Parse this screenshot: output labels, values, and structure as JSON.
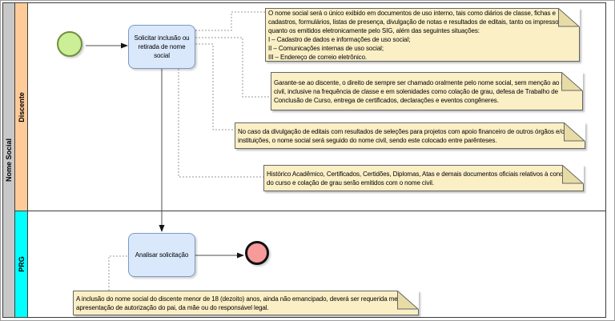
{
  "pool": {
    "label": "Nome Social"
  },
  "lanes": {
    "discente": "Discente",
    "prg": "PRG"
  },
  "nodes": {
    "task1": "Solicitar inclusão ou retirada de nome social",
    "task2": "Analisar solicitação"
  },
  "notes": {
    "note1": "O nome social será o único exibido em documentos de uso interno, tais como diários de classe, fichas e cadastros, formulários, listas de presença, divulgação de notas e resultados de editais, tanto os impressos quanto os emitidos eletronicamente pelo SIG, além das seguintes situações:\nI – Cadastro de dados e informações de uso social;\nII – Comunicações internas de uso social;\nIII – Endereço de correio eletrônico.",
    "note2": "Garante-se ao discente, o direito de sempre ser chamado oralmente pelo nome social, sem menção ao nome civil, inclusive na frequência de classe e em solenidades como colação de grau, defesa de Trabalho de Conclusão de Curso, entrega de certificados, declarações e eventos congêneres.",
    "note3": "No caso da divulgação de editais com resultados de seleções para projetos com apoio financeiro de outros órgãos e/ou instituições, o nome social será seguido do nome civil, sendo este colocado entre parênteses.",
    "note4": "Histórico Acadêmico, Certificados, Certidões, Diplomas, Atas e demais documentos oficiais relativos à conclusão do curso e colação de grau serão emitidos com o nome civil.",
    "note5": "A inclusão do nome social do discente menor de 18 (dezoito) anos, ainda não emancipado, deverá ser requerida mediante apresentação de autorização do pai, da mãe ou do responsável legal."
  },
  "colors": {
    "pool-strip": "#c8c8c8",
    "pool-border": "#3c3c3c",
    "lane-discente": "#ffcc99",
    "lane-prg": "#00ffff",
    "task-fill": "#dae8fc",
    "task-border": "#7c99c4",
    "note-fill": "#faefc5",
    "note-fold": "#e8dca6",
    "note-border": "#666666",
    "start-fill": "#cbee97",
    "start-border": "#6f8f3f",
    "end-fill": "#f79a9a",
    "end-border": "#111111",
    "line": "#4d4d4d",
    "dotted": "#9a9a9a"
  }
}
